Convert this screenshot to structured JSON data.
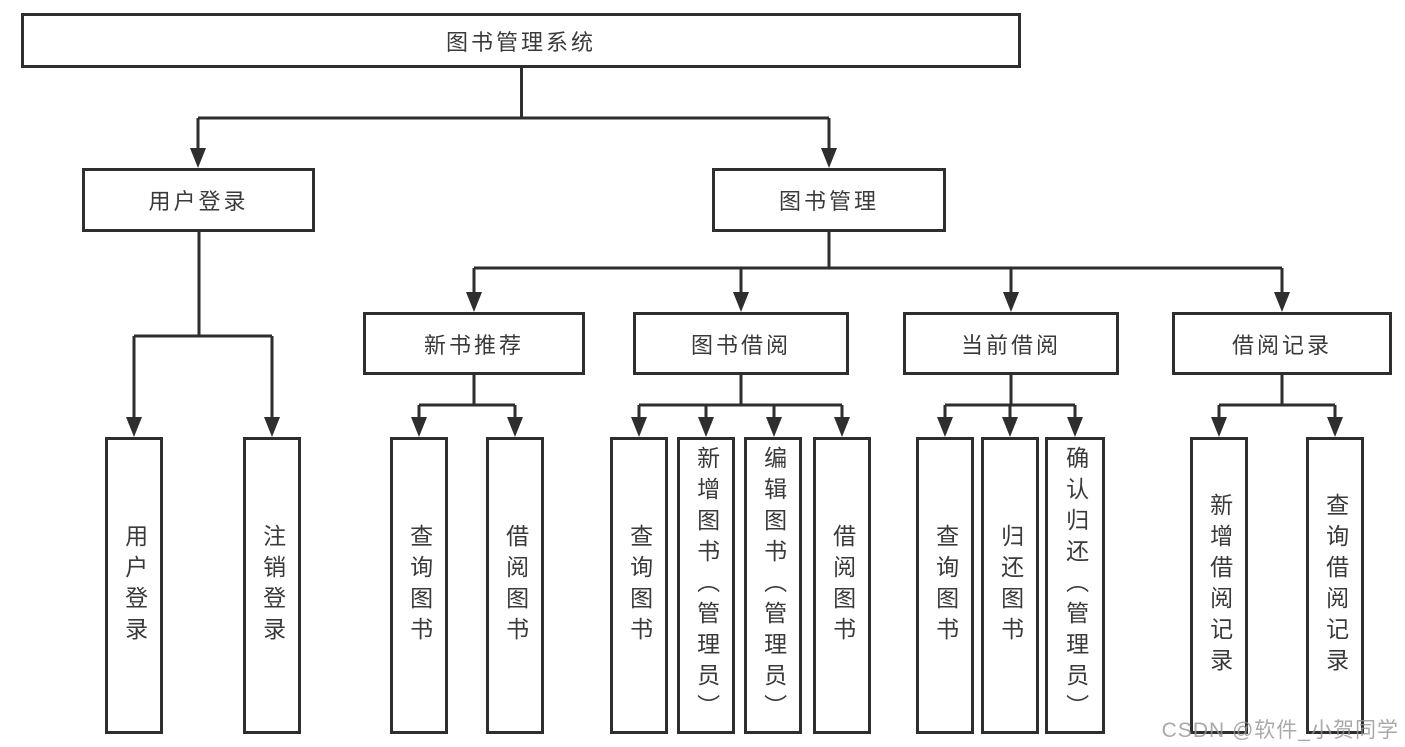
{
  "diagram": {
    "title": "图书管理系统",
    "branches": [
      {
        "label": "用户登录",
        "children": [
          {
            "label": "用户登录"
          },
          {
            "label": "注销登录"
          }
        ]
      },
      {
        "label": "图书管理",
        "children": [
          {
            "label": "新书推荐",
            "children": [
              {
                "label": "查询图书"
              },
              {
                "label": "借阅图书"
              }
            ]
          },
          {
            "label": "图书借阅",
            "children": [
              {
                "label": "查询图书"
              },
              {
                "label": "新增图书（管理员）"
              },
              {
                "label": "编辑图书（管理员）"
              },
              {
                "label": "借阅图书"
              }
            ]
          },
          {
            "label": "当前借阅",
            "children": [
              {
                "label": "查询图书"
              },
              {
                "label": "归还图书"
              },
              {
                "label": "确认归还（管理员）"
              }
            ]
          },
          {
            "label": "借阅记录",
            "children": [
              {
                "label": "新增借阅记录"
              },
              {
                "label": "查询借阅记录"
              }
            ]
          }
        ]
      }
    ],
    "watermark": "CSDN @软件_小贺同学",
    "colors": {
      "line": "#2e2e2e",
      "box_border": "#2e2e2e",
      "box_fill": "#ffffff",
      "text": "#3a3a3a",
      "watermark": "#949494"
    }
  }
}
